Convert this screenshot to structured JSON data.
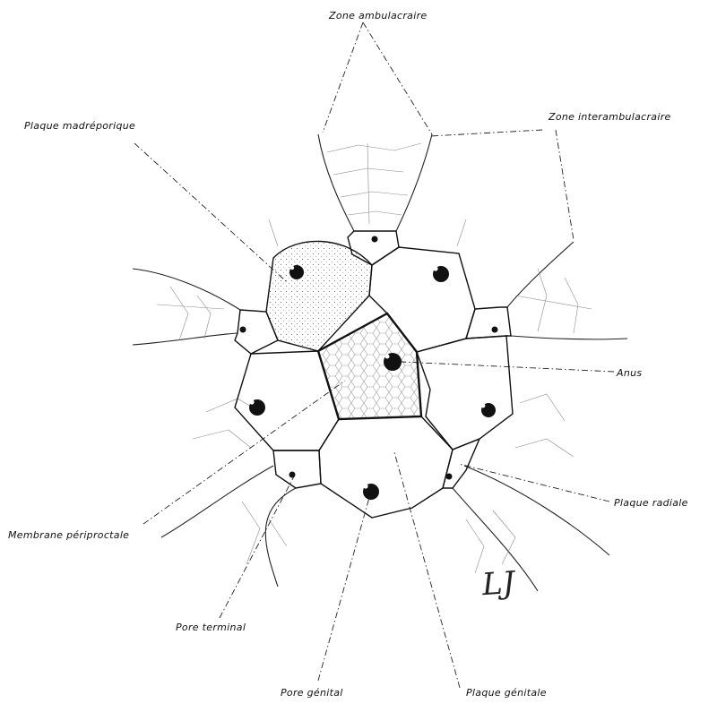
{
  "labels": {
    "zone_ambulacraire": "Zone ambulacraire",
    "zone_interambulacraire": "Zone interambulacraire",
    "plaque_madreporique": "Plaque madréporique",
    "anus": "Anus",
    "plaque_radiale": "Plaque radiale",
    "membrane_periproctale": "Membrane périproctale",
    "pore_terminal": "Pore terminal",
    "pore_genital": "Pore génital",
    "plaque_genitale": "Plaque génitale"
  },
  "signature": "LJ",
  "colors": {
    "ink": "#111111",
    "faint": "#8a8a8a"
  }
}
